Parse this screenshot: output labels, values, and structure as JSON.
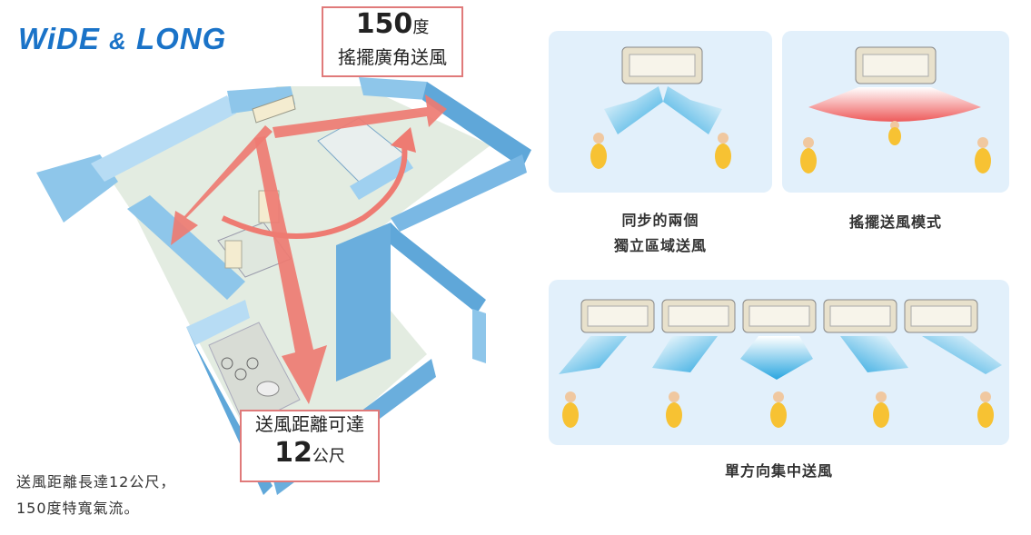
{
  "logo": {
    "part1": "WiDE",
    "amp": "&",
    "part2": "LONG"
  },
  "callout_top": {
    "number": "150",
    "unit": "度",
    "line2": "搖擺廣角送風"
  },
  "callout_bottom": {
    "line1": "送風距離可達",
    "number": "12",
    "unit": "公尺"
  },
  "caption": {
    "line1": "送風距離長達12公尺，",
    "line2": "150度特寬氣流。"
  },
  "modes": {
    "sync": {
      "line1": "同步的兩個",
      "line2": "獨立區域送風"
    },
    "swing": {
      "label": "搖擺送風模式"
    },
    "single": {
      "label": "單方向集中送風"
    }
  },
  "colors": {
    "accent": "#1a73c8",
    "arrow": "#ee7b72",
    "panel": "#e2f0fb",
    "airflow": "#2aa6e0"
  }
}
